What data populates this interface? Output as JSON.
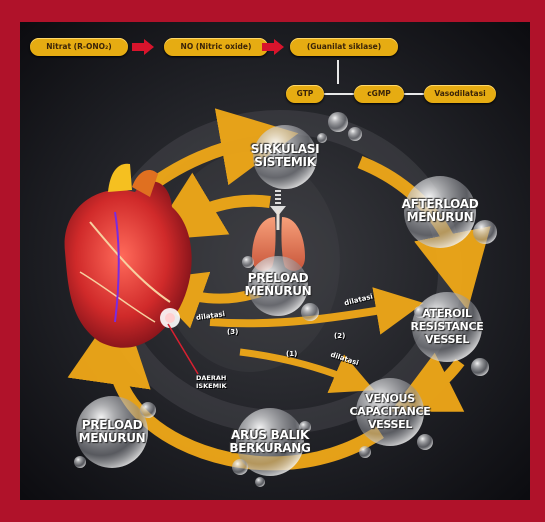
{
  "colors": {
    "frame": "#b0122a",
    "background": "#15161a",
    "arrow": "#f0a818",
    "pill": "#e6ac12",
    "connector_arrow": "#d8142c"
  },
  "pathway": {
    "nitrate": "Nitrat (R-ONO₂)",
    "no": "NO (Nitric oxide)",
    "guanilat": "(Guanilat siklase)",
    "gtp": "GTP",
    "cgmp": "cGMP",
    "vasodilatasi": "Vasodilatasi"
  },
  "nodes": {
    "sirkulasi": [
      "SIRKULASI",
      "SISTEMIK"
    ],
    "afterload": [
      "AFTERLOAD",
      "MENURUN"
    ],
    "preload_center": [
      "PRELOAD",
      "MENURUN"
    ],
    "ateroil": [
      "ATEROIL",
      "RESISTANCE",
      "VESSEL"
    ],
    "venous": [
      "VENOUS",
      "CAPACITANCE",
      "VESSEL"
    ],
    "preload_left": [
      "PRELOAD",
      "MENURUN"
    ],
    "arus": [
      "ARUS BALIK",
      "BERKURANG"
    ]
  },
  "labels": {
    "dilatasi_heart": "dilatasi",
    "dilatasi_upper": "dilatasi",
    "dilatasi_lower": "dilatasi",
    "step_3": "(3)",
    "step_2": "(2)",
    "step_1": "(1)",
    "daerah": [
      "DAERAH",
      "ISKEMIK"
    ]
  },
  "icons": [
    "heart-illustration",
    "lungs-illustration",
    "red-right-arrow",
    "curved-yellow-arrow",
    "bubble",
    "down-arrow"
  ]
}
